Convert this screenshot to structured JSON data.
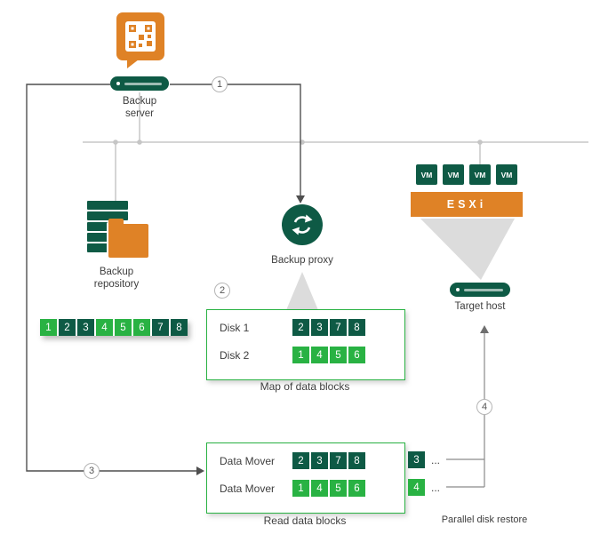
{
  "colors": {
    "orange": "#df8226",
    "green_dark": "#0e5a45",
    "green_bright": "#29b243",
    "line_light": "#d5d5d5",
    "line_dark": "#4f4f4f",
    "text": "#3e3e3e"
  },
  "backup_server": {
    "label": [
      "Backup",
      "server"
    ]
  },
  "repository": {
    "label": [
      "Backup",
      "repository"
    ],
    "blocks": [
      {
        "n": "1",
        "tone": "bright"
      },
      {
        "n": "2",
        "tone": "dark"
      },
      {
        "n": "3",
        "tone": "dark"
      },
      {
        "n": "4",
        "tone": "bright"
      },
      {
        "n": "5",
        "tone": "bright"
      },
      {
        "n": "6",
        "tone": "bright"
      },
      {
        "n": "7",
        "tone": "dark"
      },
      {
        "n": "8",
        "tone": "dark"
      }
    ]
  },
  "proxy": {
    "label": "Backup proxy"
  },
  "map_box": {
    "caption": "Map of data blocks",
    "rows": [
      {
        "label": "Disk 1",
        "blocks": [
          {
            "n": "2",
            "tone": "dark"
          },
          {
            "n": "3",
            "tone": "dark"
          },
          {
            "n": "7",
            "tone": "dark"
          },
          {
            "n": "8",
            "tone": "dark"
          }
        ]
      },
      {
        "label": "Disk 2",
        "blocks": [
          {
            "n": "1",
            "tone": "bright"
          },
          {
            "n": "4",
            "tone": "bright"
          },
          {
            "n": "5",
            "tone": "bright"
          },
          {
            "n": "6",
            "tone": "bright"
          }
        ]
      }
    ]
  },
  "read_box": {
    "caption": "Read data blocks",
    "rows": [
      {
        "label": "Data Mover",
        "blocks": [
          {
            "n": "2",
            "tone": "dark"
          },
          {
            "n": "3",
            "tone": "dark"
          },
          {
            "n": "7",
            "tone": "dark"
          },
          {
            "n": "8",
            "tone": "dark"
          }
        ]
      },
      {
        "label": "Data Mover",
        "blocks": [
          {
            "n": "1",
            "tone": "bright"
          },
          {
            "n": "4",
            "tone": "bright"
          },
          {
            "n": "5",
            "tone": "bright"
          },
          {
            "n": "6",
            "tone": "bright"
          }
        ]
      }
    ]
  },
  "streams": [
    {
      "blocks": [
        {
          "n": "3",
          "tone": "dark"
        }
      ],
      "ellipsis": "..."
    },
    {
      "blocks": [
        {
          "n": "4",
          "tone": "bright"
        }
      ],
      "ellipsis": "..."
    }
  ],
  "target": {
    "vm_labels": [
      "VM",
      "VM",
      "VM",
      "VM"
    ],
    "esxi": "ESXi",
    "label": "Target host"
  },
  "steps": {
    "one": "1",
    "two": "2",
    "three": "3",
    "four": "4"
  },
  "captions": {
    "parallel": "Parallel disk restore"
  }
}
